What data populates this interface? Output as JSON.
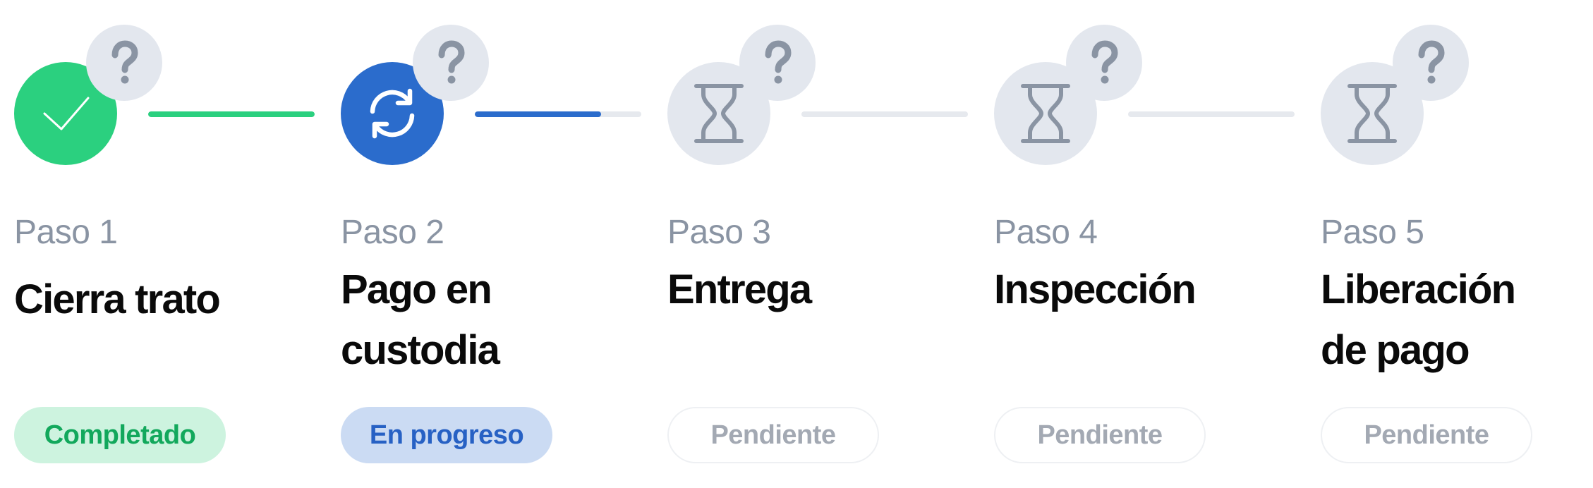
{
  "colors": {
    "completed": "#2bd07f",
    "completed_badge_bg": "#cdf3df",
    "completed_badge_text": "#12a85c",
    "in_progress": "#2b6ccc",
    "in_progress_badge_bg": "#cbdbf3",
    "in_progress_badge_text": "#2761c4",
    "pending_circle": "#e3e7ee",
    "pending_icon": "#8a94a3",
    "connector_track": "#e6e9ee"
  },
  "steps": [
    {
      "number_label": "Paso 1",
      "title": "Cierra trato",
      "status": "Completado",
      "state": "completed",
      "icon": "check-icon",
      "help_icon": "question-mark-icon",
      "connector_progress": 1.0
    },
    {
      "number_label": "Paso 2",
      "title": "Pago en custodia",
      "status": "En progreso",
      "state": "in_progress",
      "icon": "sync-icon",
      "help_icon": "question-mark-icon",
      "connector_progress": 0.76
    },
    {
      "number_label": "Paso 3",
      "title": "Entrega",
      "status": "Pendiente",
      "state": "pending",
      "icon": "hourglass-icon",
      "help_icon": "question-mark-icon",
      "connector_progress": 0
    },
    {
      "number_label": "Paso 4",
      "title": "Inspección",
      "status": "Pendiente",
      "state": "pending",
      "icon": "hourglass-icon",
      "help_icon": "question-mark-icon",
      "connector_progress": 0
    },
    {
      "number_label": "Paso 5",
      "title": "Liberación de pago",
      "status": "Pendiente",
      "state": "pending",
      "icon": "hourglass-icon",
      "help_icon": "question-mark-icon"
    }
  ]
}
